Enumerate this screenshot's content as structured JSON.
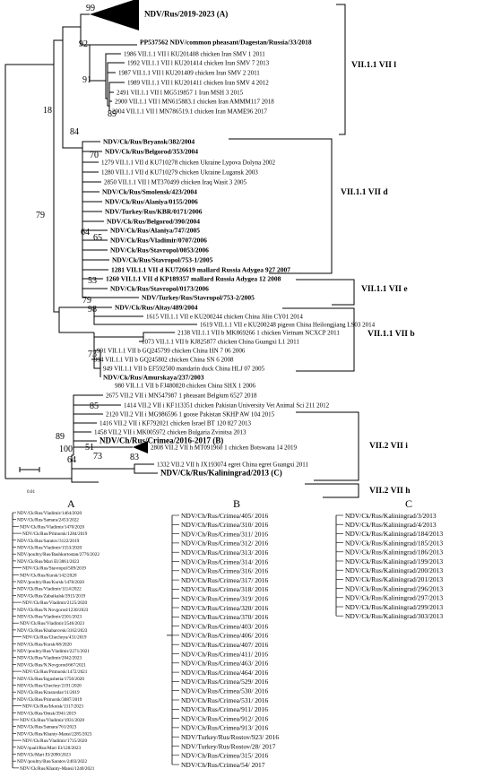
{
  "clades": {
    "vii11_vii1": "VII.1.1 VII l",
    "vii11_viid": "VII.1.1 VII d",
    "vii11_viie": "VII.1.1 VII e",
    "vii11_viib": "VII.1.1 VII b",
    "vii2_viii": "VII.2 VII i",
    "vii2_viih": "VII.2 VII h"
  },
  "scale_label": "0.01",
  "leaves": [
    {
      "label": "NDV/Rus/2019-2023 (A)",
      "bold": true,
      "big": true
    },
    {
      "label": "PP537562 NDV/common pheasant/Dagestan/Russia/33/2018",
      "bold": true
    },
    {
      "label": "1986 VII.1.1 VII l KU201408 chicken Iran SMV 1 2011"
    },
    {
      "label": "1992 VII.1.1 VII l KU201414 chicken Iran SMV 7 2013"
    },
    {
      "label": "1987 VII.1.1 VII l KU201409 chicken Iran SMV 2 2011"
    },
    {
      "label": "1989 VII.1.1 VII l KU201411 chicken Iran SMV 4 2012"
    },
    {
      "label": "2491 VII.1.1 VII l MG519857 1 Iran MSH 3 2015"
    },
    {
      "label": "2900 VII.1.1 VII l MN615883.1 chicken Iran AMMM117 2018"
    },
    {
      "label": "2904 VII.1.1 VII l MN786519.1 chicken Iran MAME96 2017"
    },
    {
      "label": "NDV/Ck/Rus/Bryansk/382/2004",
      "bold": true
    },
    {
      "label": "NDV/Ck/Rus/Belgorod/353/2004",
      "bold": true
    },
    {
      "label": "1279 VII.1.1 VII d KU710278 chicken Ukraine Lypova Dolyna 2002"
    },
    {
      "label": "1280 VII.1.1 VII d KU710279 chicken Ukraine Lugansk 2003"
    },
    {
      "label": "2850 VII.1.1 VII l MT370499 chicken Iraq Wasit 3 2005"
    },
    {
      "label": "NDV/Ck/Rus/Smolensk/423/2004",
      "bold": true
    },
    {
      "label": "NDV/Ck/Rus/Alaniya/0155/2006",
      "bold": true
    },
    {
      "label": "NDV/Turkey/Rus/KBR/0171/2006",
      "bold": true
    },
    {
      "label": "NDV/Ck/Rus/Belgorod/390/2004",
      "bold": true
    },
    {
      "label": "NDV/Ck/Rus/Alaniya/747/2005",
      "bold": true
    },
    {
      "label": "NDV/Ck/Rus/Vladimir/0707/2006",
      "bold": true
    },
    {
      "label": "NDV/Ck/Rus/Stavropol/0053/2006",
      "bold": true
    },
    {
      "label": "NDV/Ck/Rus/Stavropol/753-1/2005",
      "bold": true
    },
    {
      "label": "1281 VII.1.1 VII d KU726619 mallard Russia Adygea 927 2007",
      "bold": true
    },
    {
      "label": "1260 VII.1.1 VII d KP189357 mallard Russia Adygea 12 2008",
      "bold": true
    },
    {
      "label": "NDV/Ck/Rus/Stavropol/0173/2006",
      "bold": true
    },
    {
      "label": "NDV/Turkey/Rus/Stavropol/753-2/2005",
      "bold": true
    },
    {
      "label": "NDV/Ck/Rus/Altay/489/2004",
      "bold": true
    },
    {
      "label": "1615 VII.1.1 VII e KU200244 chicken China Jilin CY01 2014"
    },
    {
      "label": "1619 VII.1.1 VII e KU200248 pigeon China Heilongjiang LS03 2014"
    },
    {
      "label": "2138 VII.1.1 VII b MK869266 1 chicken Vietnam NCXCP 2011"
    },
    {
      "label": "1073 VII.1.1 VII b KJ825877 chicken China Guangxi L1 2011"
    },
    {
      "label": "991 VII.1.1 VII b GQ245799 chicken China HN 7 06 2006"
    },
    {
      "label": "994 VII.1.1 VII b GQ245802 chicken China SN 6 2008"
    },
    {
      "label": "949 VII.1.1 VII b EF592500 mandarin duck China HLJ 07 2005"
    },
    {
      "label": "NDV/Ck/Rus/Amurskaya/237/2003",
      "bold": true
    },
    {
      "label": "980 VII.1.1 VII b FJ480820 chicken China SHX 1 2006"
    },
    {
      "label": "2675 VII.2 VII i MN547987 1 pheasant Belgium 6527 2018"
    },
    {
      "label": "1414 VII.2 VII i KF113351 chicken Pakistan University Vet Animal Sci 211 2012"
    },
    {
      "label": "2120 VII.2 VII i MG986596 1 goose Pakistan SKHP AW 104 2015"
    },
    {
      "label": "1416 VII.2 VII i KF792021 chicken Israel BT 120 827 2013"
    },
    {
      "label": "1458 VII.2 VII i MK005972 chicken Bulgaria Zvinitsa 2013"
    },
    {
      "label": "NDV/Ch/Rus/Crimea/2016-2017 (B)",
      "bold": true,
      "big": true
    },
    {
      "label": "2808 VII.2 VII h MT091960 1 chicken Botswana 14 2019"
    },
    {
      "label": "1332 VII.2 VII h JX193074 egret China egret Guangxi 2011"
    },
    {
      "label": "NDV/Ck/Rus/Kaliningrad/2013 (C)",
      "bold": true,
      "big": true
    }
  ],
  "bootstraps": [
    "99",
    "92",
    "91",
    "18",
    "89",
    "84",
    "70",
    "64",
    "65",
    "79",
    "53",
    "79",
    "98",
    "73",
    "85",
    "89",
    "51",
    "100",
    "73",
    "83",
    "64"
  ],
  "subtree_a": {
    "header": "A",
    "items": [
      "NDV/Ck/Rus/Vladimir/1464/2020",
      "NDV/Ck/Rus/Samara/2453/2022",
      "NDV/Ck/Rus/Vladimir/1470/2020",
      "NDV/Ck/Rus/Primorsk/1284/2019",
      "NDV/Ck/Rus/Saratov/3122/2019",
      "NDV/Ck/Rus/Vladimir/1553/2020",
      "NDV/poultry/Rus/Bashkortostan/2776/2022",
      "NDV/Ck/Rus/Mari El/3061/2023",
      "NDV/Ck/Rus/Stavropol/509/2019",
      "NDV/Ck/Rus/Kursk/142/2020",
      "NDV/poultry/Rus/Kursk/1478/2020",
      "NDV/Ck/Rus/Vladimir/1114/2022",
      "NDV/Ck/Rus/Zabaikalsk/3915/2019",
      "NDV/Ck/Rus/Vladimir/2125/2020",
      "NDV/Ck/Rus/N.Novgorod/1230/2023",
      "NDV/Ck/Rus/Vladimir/2501/2023",
      "NDV/Ck/Rus/Vladimir/2546/2023",
      "NDV/Ck/Rus/Khabarovsk/3162/2023",
      "NDV/Ck/Rus/Chechnya/431/2019",
      "NDV/Ck/Rus/Kursk/68/2020",
      "NDV/poultry/Rus/Vladimir/2271/2021",
      "NDV/Ck/Rus/Vladimir/2042/2023",
      "NDV/Ck/Rus/N.Novgorod/667/2021",
      "NDV/Ck/Rus/Primorsk/1472/2021",
      "NDV/Ck/Rus/Ingushetia/1750/2020",
      "NDV/Ck/Rus/Chechny/2191/2020",
      "NDV/Ck/Rus/Krasnodar/11/2019",
      "NDV/Ck/Rus/Primorsk/3087/2019",
      "NDV/Ck/Rus/Irkutsk/1317/2023",
      "NDV/Ck/Rus/Omsk/3941/2019",
      "NDV/Ck/Rus/Vladimir/1931/2020",
      "NDV/Ck/Rus/Samara/761/2023",
      "NDV/Ck/Rus/Khanty-Mansi/2285/2023",
      "NDV/Ck/Rus/Vladimir/1715/2020",
      "NDV/quail/Rus/Mari El/128/2023",
      "NDV/Ck/Mari El/2090/2023",
      "NDV/poultry/Rus/Saratov/2403/2022",
      "NDV/Ck/Rus/Khanty-Mansi/1240/2021"
    ]
  },
  "subtree_b": {
    "header": "B",
    "items": [
      "NDV/Ch/Rus/Crimea/405/ 2016",
      "NDV/Ch/Rus/Crimea/310/ 2016",
      "NDV/Ch/Rus/Crimea/311/ 2016",
      "NDV/Ch/Rus/Crimea/312/ 2016",
      "NDV/Ch/Rus/Crimea/313/ 2016",
      "NDV/Ch/Rus/Crimea/314/ 2016",
      "NDV/Ch/Rus/Crimea/316/ 2016",
      "NDV/Ch/Rus/Crimea/317/ 2016",
      "NDV/Ch/Rus/Crimea/318/ 2016",
      "NDV/Ch/Rus/Crimea/319/ 2016",
      "NDV/Ch/Rus/Crimea/320/ 2016",
      "NDV/Ch/Rus/Crimea/370/ 2016",
      "NDV/Ch/Rus/Crimea/403/ 2016",
      "NDV/Ch/Rus/Crimea/406/ 2016",
      "NDV/Ch/Rus/Crimea/407/ 2016",
      "NDV/Ch/Rus/Crimea/411/ 2016",
      "NDV/Ch/Rus/Crimea/463/ 2016",
      "NDV/Ch/Rus/Crimea/464/ 2016",
      "NDV/Ch/Rus/Crimea/529/ 2016",
      "NDV/Ch/Rus/Crimea/530/ 2016",
      "NDV/Ch/Rus/Crimea/531/ 2016",
      "NDV/Ch/Rus/Crimea/911/ 2016",
      "NDV/Ch/Rus/Crimea/912/ 2016",
      "NDV/Ch/Rus/Crimea/913/ 2016",
      "NDV/Turkey/Rus/Rostov/923/ 2016",
      "NDV/Turkey/Rus/Rostov/28/ 2017",
      "NDV/Ch/Rus/Crimea/315/ 2016",
      "NDV/Ch/Rus/Crimea/54/ 2017"
    ]
  },
  "subtree_c": {
    "header": "C",
    "items": [
      "NDV/Ck/Rus/Kaliningrad/3/2013",
      "NDV/Ck/Rus/Kaliningrad/4/2013",
      "NDV/Ck/Rus/Kaliningrad/184/2013",
      "NDV/Ck/Rus/Kaliningrad/185/2013",
      "NDV/Ck/Rus/Kaliningrad/186/2013",
      "NDV/Ck/Rus/Kaliningrad/199/2013",
      "NDV/Ck/Rus/Kaliningrad/200/2013",
      "NDV/Ck/Rus/Kaliningrad/201/2013",
      "NDV/Ck/Rus/Kaliningrad/296/2013",
      "NDV/Ck/Rus/Kaliningrad/297/2013",
      "NDV/Ck/Rus/Kaliningrad/299/2013",
      "NDV/Ck/Rus/Kaliningrad/303/2013"
    ]
  }
}
